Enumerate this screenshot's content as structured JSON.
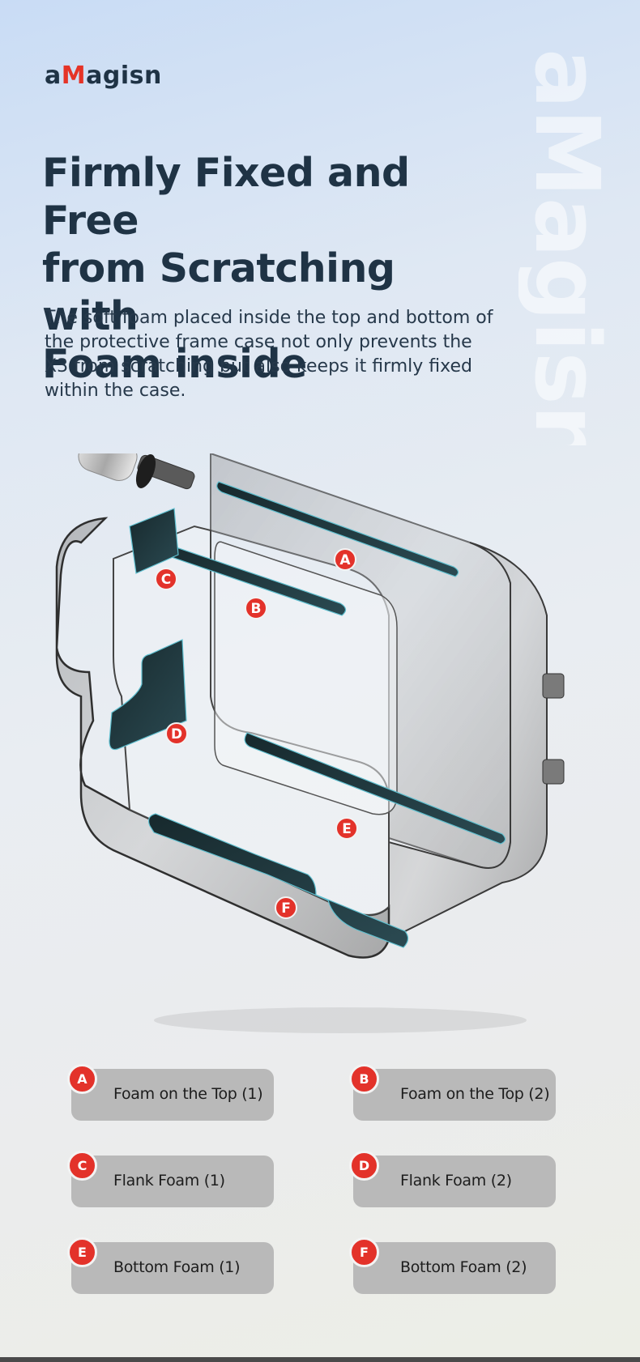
{
  "brand": {
    "logo_prefix": "a",
    "logo_accent": "M",
    "logo_suffix": "agisn",
    "watermark": "aMagisn",
    "accent_color": "#e53327",
    "text_color": "#1f3345"
  },
  "headline": {
    "line1": "Firmly Fixed and Free",
    "line2": "from Scratching with",
    "line3": "Foam inside"
  },
  "description": "The soft foam placed inside the top and bottom of the protective frame case not only prevents the X3 from scratching but also keeps it firmly fixed within the case.",
  "diagram": {
    "markers": [
      "A",
      "B",
      "C",
      "D",
      "E",
      "F"
    ],
    "marker_color": "#e3322a",
    "foam_color": "#1e3a40"
  },
  "legend": [
    {
      "letter": "A",
      "label": "Foam on the Top (1)"
    },
    {
      "letter": "B",
      "label": "Foam on the Top (2)"
    },
    {
      "letter": "C",
      "label": "Flank Foam (1)"
    },
    {
      "letter": "D",
      "label": "Flank Foam (2)"
    },
    {
      "letter": "E",
      "label": "Bottom Foam (1)"
    },
    {
      "letter": "F",
      "label": "Bottom Foam (2)"
    }
  ]
}
